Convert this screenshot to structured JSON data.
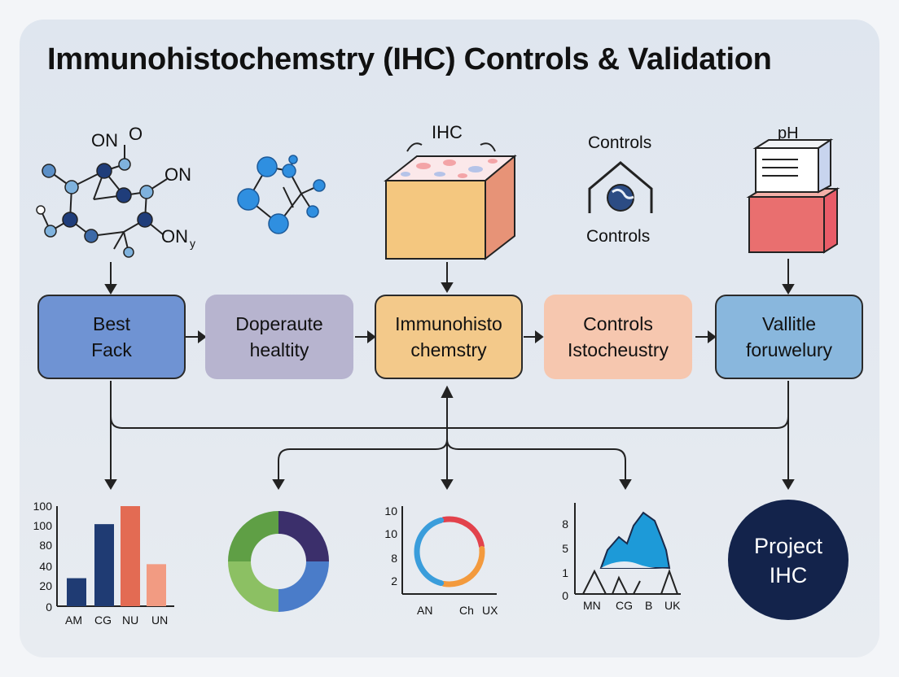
{
  "title": "Immunohistochemstry (IHC) Controls & Validation",
  "icons": {
    "molecule_labels": [
      "ON",
      "O",
      "ON",
      "ON",
      "y"
    ],
    "ihc_label": "IHC",
    "controls_top": "Controls",
    "controls_bottom": "Controls",
    "ph_label": "pH"
  },
  "steps": [
    {
      "line1": "Best",
      "line2": "Fack",
      "fill": "#6f93d3"
    },
    {
      "line1": "Doperaute",
      "line2": "healtity",
      "fill": "#b7b4cf"
    },
    {
      "line1": "Immunohisto",
      "line2": "chemstry",
      "fill": "#f3c98a"
    },
    {
      "line1": "Controls",
      "line2": "Istocheustry",
      "fill": "#f6c7af"
    },
    {
      "line1": "Vallitle",
      "line2": "foruwelury",
      "fill": "#89b7dd"
    }
  ],
  "charts": [
    {
      "type": "bar",
      "y_ticks": [
        "100",
        "100",
        "80",
        "40",
        "20",
        "0"
      ],
      "categories": [
        "AM",
        "CG",
        "NU",
        "UN"
      ],
      "values": [
        28,
        82,
        100,
        42
      ],
      "colors": [
        "#1f3b73",
        "#1f3b73",
        "#e36b53",
        "#f29b82"
      ]
    },
    {
      "type": "pie",
      "slices": [
        25,
        25,
        25,
        25
      ],
      "colors": [
        "#3b2f6b",
        "#4a7cc9",
        "#8cc063",
        "#5f9f45"
      ]
    },
    {
      "type": "ring",
      "y_ticks": [
        "10",
        "10",
        "8",
        "2"
      ],
      "categories": [
        "AN",
        "Ch",
        "UX"
      ],
      "colors": [
        "#e2424c",
        "#f39a3d",
        "#3a9ddb"
      ]
    },
    {
      "type": "area",
      "y_ticks": [
        "8",
        "5",
        "1",
        "0"
      ],
      "categories": [
        "MN",
        "CG",
        "B",
        "UK"
      ]
    }
  ],
  "project": {
    "line1": "Project",
    "line2": "IHC",
    "fill": "#13234b"
  }
}
